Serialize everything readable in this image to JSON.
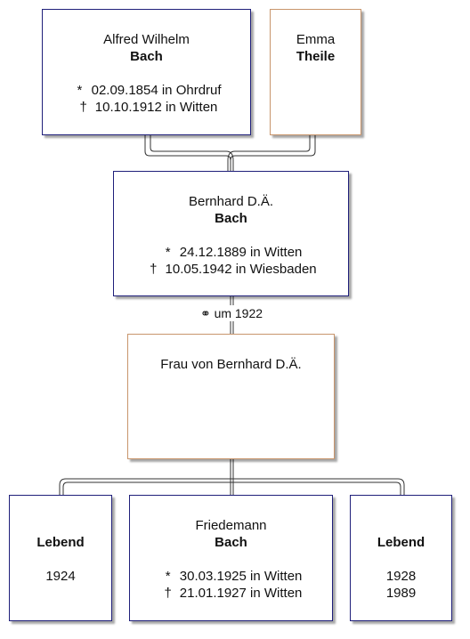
{
  "father_of_bernhard": {
    "given": "Alfred Wilhelm",
    "surname": "Bach",
    "birth_symbol": "*",
    "birth": "02.09.1854 in Ohrdruf",
    "death_symbol": "†",
    "death": "10.10.1912 in Witten"
  },
  "mother_of_bernhard": {
    "given": "Emma",
    "surname": "Theile"
  },
  "bernhard": {
    "given": "Bernhard D.Ä.",
    "surname": "Bach",
    "birth_symbol": "*",
    "birth": "24.12.1889 in Witten",
    "death_symbol": "†",
    "death": "10.05.1942 in Wiesbaden"
  },
  "marriage": {
    "symbol": "⚭",
    "text": "um 1922"
  },
  "wife": {
    "name": "Frau von Bernhard D.Ä."
  },
  "children": [
    {
      "label": "Lebend",
      "year": "1924"
    },
    {
      "given": "Friedemann",
      "surname": "Bach",
      "birth_symbol": "*",
      "birth": "30.03.1925 in Witten",
      "death_symbol": "†",
      "death": "21.01.1927 in Witten"
    },
    {
      "label": "Lebend",
      "year1": "1928",
      "year2": "1989"
    }
  ],
  "colors": {
    "male_border": "#1f1f7a",
    "female_border": "#c8956c",
    "connector": "#333333"
  }
}
